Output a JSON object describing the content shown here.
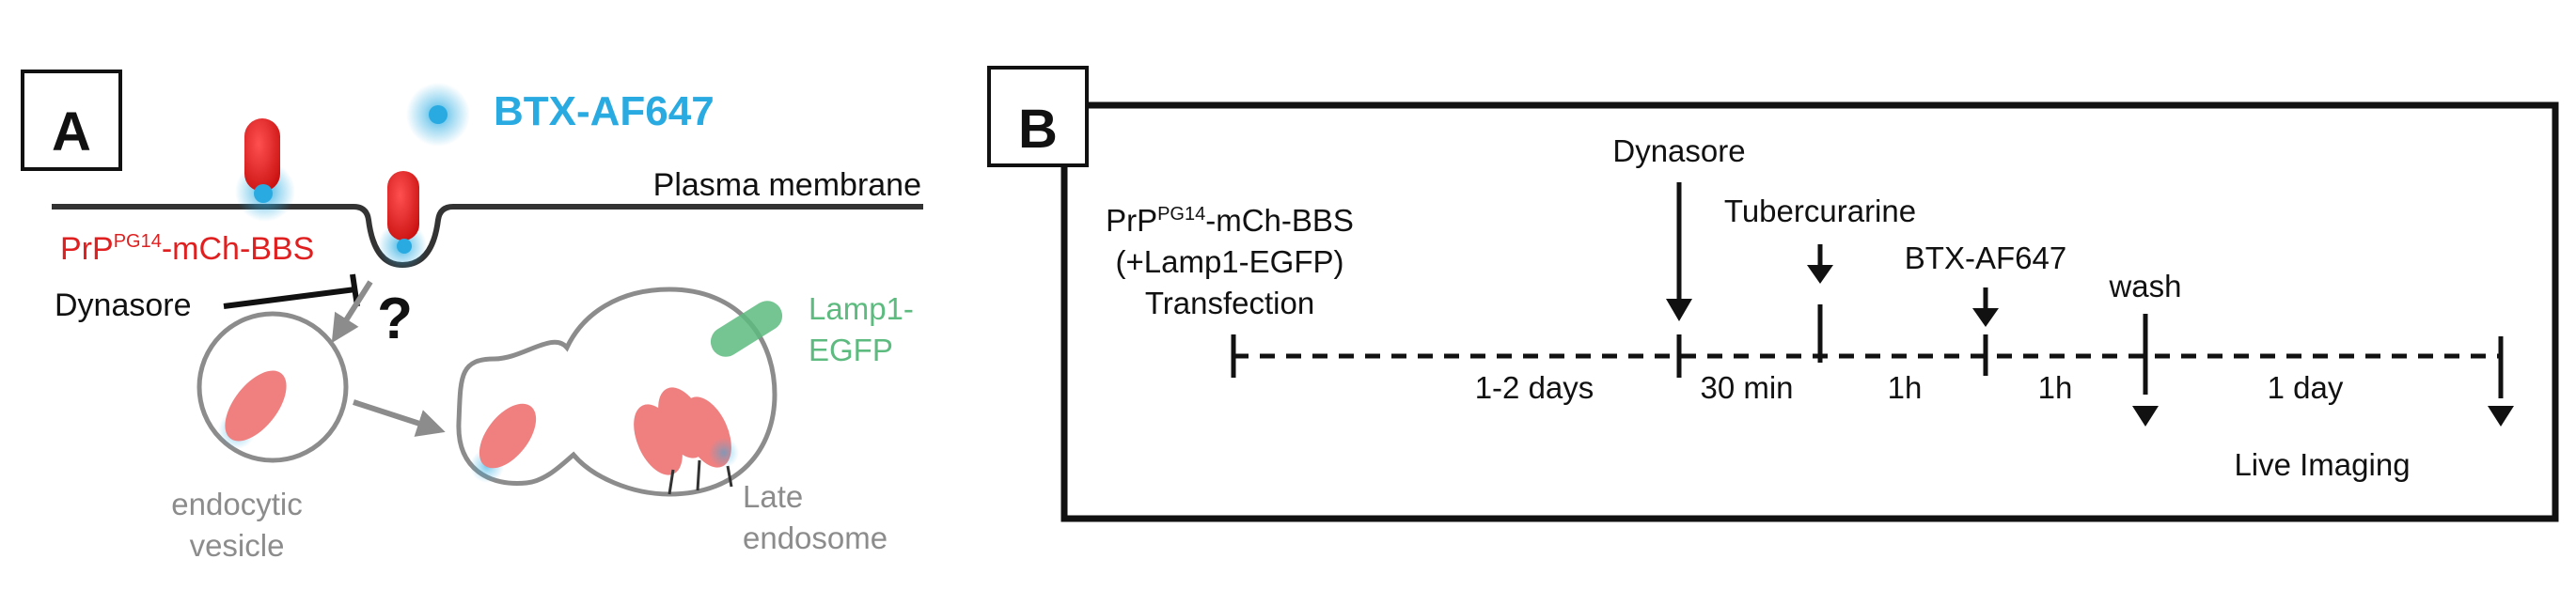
{
  "panel_a": {
    "badge": "A",
    "btx_label": "BTX-AF647",
    "membrane_label": "Plasma membrane",
    "prp_prefix": "PrP",
    "prp_super": "PG14",
    "prp_suffix": "-mCh-BBS",
    "dynasore_label": "Dynasore",
    "question_mark": "?",
    "lamp1_line1": "Lamp1-",
    "lamp1_line2": "EGFP",
    "endocytic_line1": "endocytic",
    "endocytic_line2": "vesicle",
    "late_line1": "Late",
    "late_line2": "endosome",
    "colors": {
      "btx": "#29abe2",
      "prp": "#e02020",
      "lamp1": "#5dbb80",
      "grey": "#8c8c8c"
    }
  },
  "panel_b": {
    "badge": "B",
    "transfection_line1_prefix": "PrP",
    "transfection_line1_super": "PG14",
    "transfection_line1_suffix": "-mCh-BBS",
    "transfection_line2": "(+Lamp1-EGFP)",
    "transfection_line3": "Transfection",
    "dynasore": "Dynasore",
    "tubercurarine": "Tubercurarine",
    "btx": "BTX-AF647",
    "wash": "wash",
    "live_imaging": "Live Imaging",
    "intervals": [
      "1-2 days",
      "30 min",
      "1h",
      "1h",
      "1 day"
    ]
  }
}
